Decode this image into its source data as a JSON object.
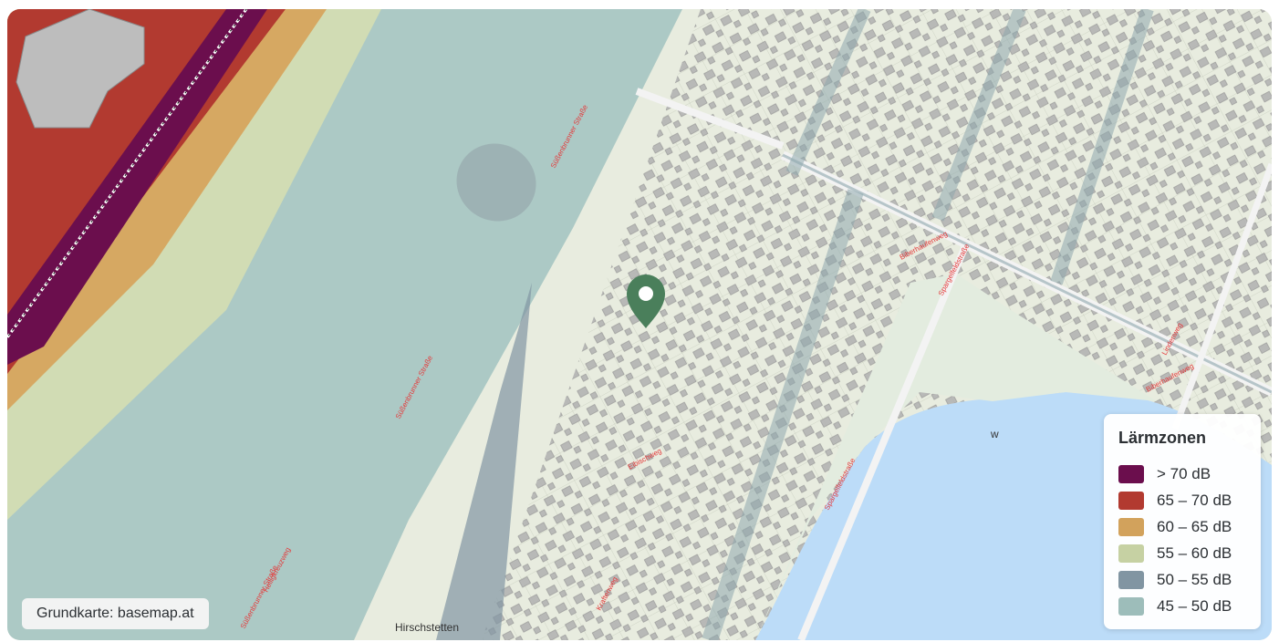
{
  "legend": {
    "title": "Lärmzonen",
    "items": [
      {
        "label": "> 70 dB",
        "color": "#6b0e4d"
      },
      {
        "label": "65 – 70 dB",
        "color": "#b23a30"
      },
      {
        "label": "60 – 65 dB",
        "color": "#d2a25c"
      },
      {
        "label": "55 – 60 dB",
        "color": "#c6d1a3"
      },
      {
        "label": "50 – 55 dB",
        "color": "#8195a2"
      },
      {
        "label": "45 – 50 dB",
        "color": "#9dbdba"
      }
    ]
  },
  "attribution": "Grundkarte: basemap.at",
  "place_labels": {
    "hirschstetten": "Hirschstetten",
    "water": "w"
  },
  "street_labels": {
    "a": "Süßenbrunner Straße",
    "b": "Süßenbrunner Straße",
    "c": "Süßenbrunner Straße",
    "d": "Biberhaufenweg",
    "e": "Biberhaufenweg",
    "f": "Spargelfeldstraße",
    "g": "Spargelfeldstraße",
    "h": "Eibischweg",
    "i": "Heiligkreuzweg",
    "j": "Kraftenweg",
    "k": "Lindenweg"
  },
  "marker": {
    "icon": "location-pin-icon",
    "color": "#4a7f5b"
  },
  "colors": {
    "water": "#bcdcf8",
    "park": "#e3ecdf",
    "buildings": "#b3b3b3",
    "ground": "#e8ecdf"
  }
}
